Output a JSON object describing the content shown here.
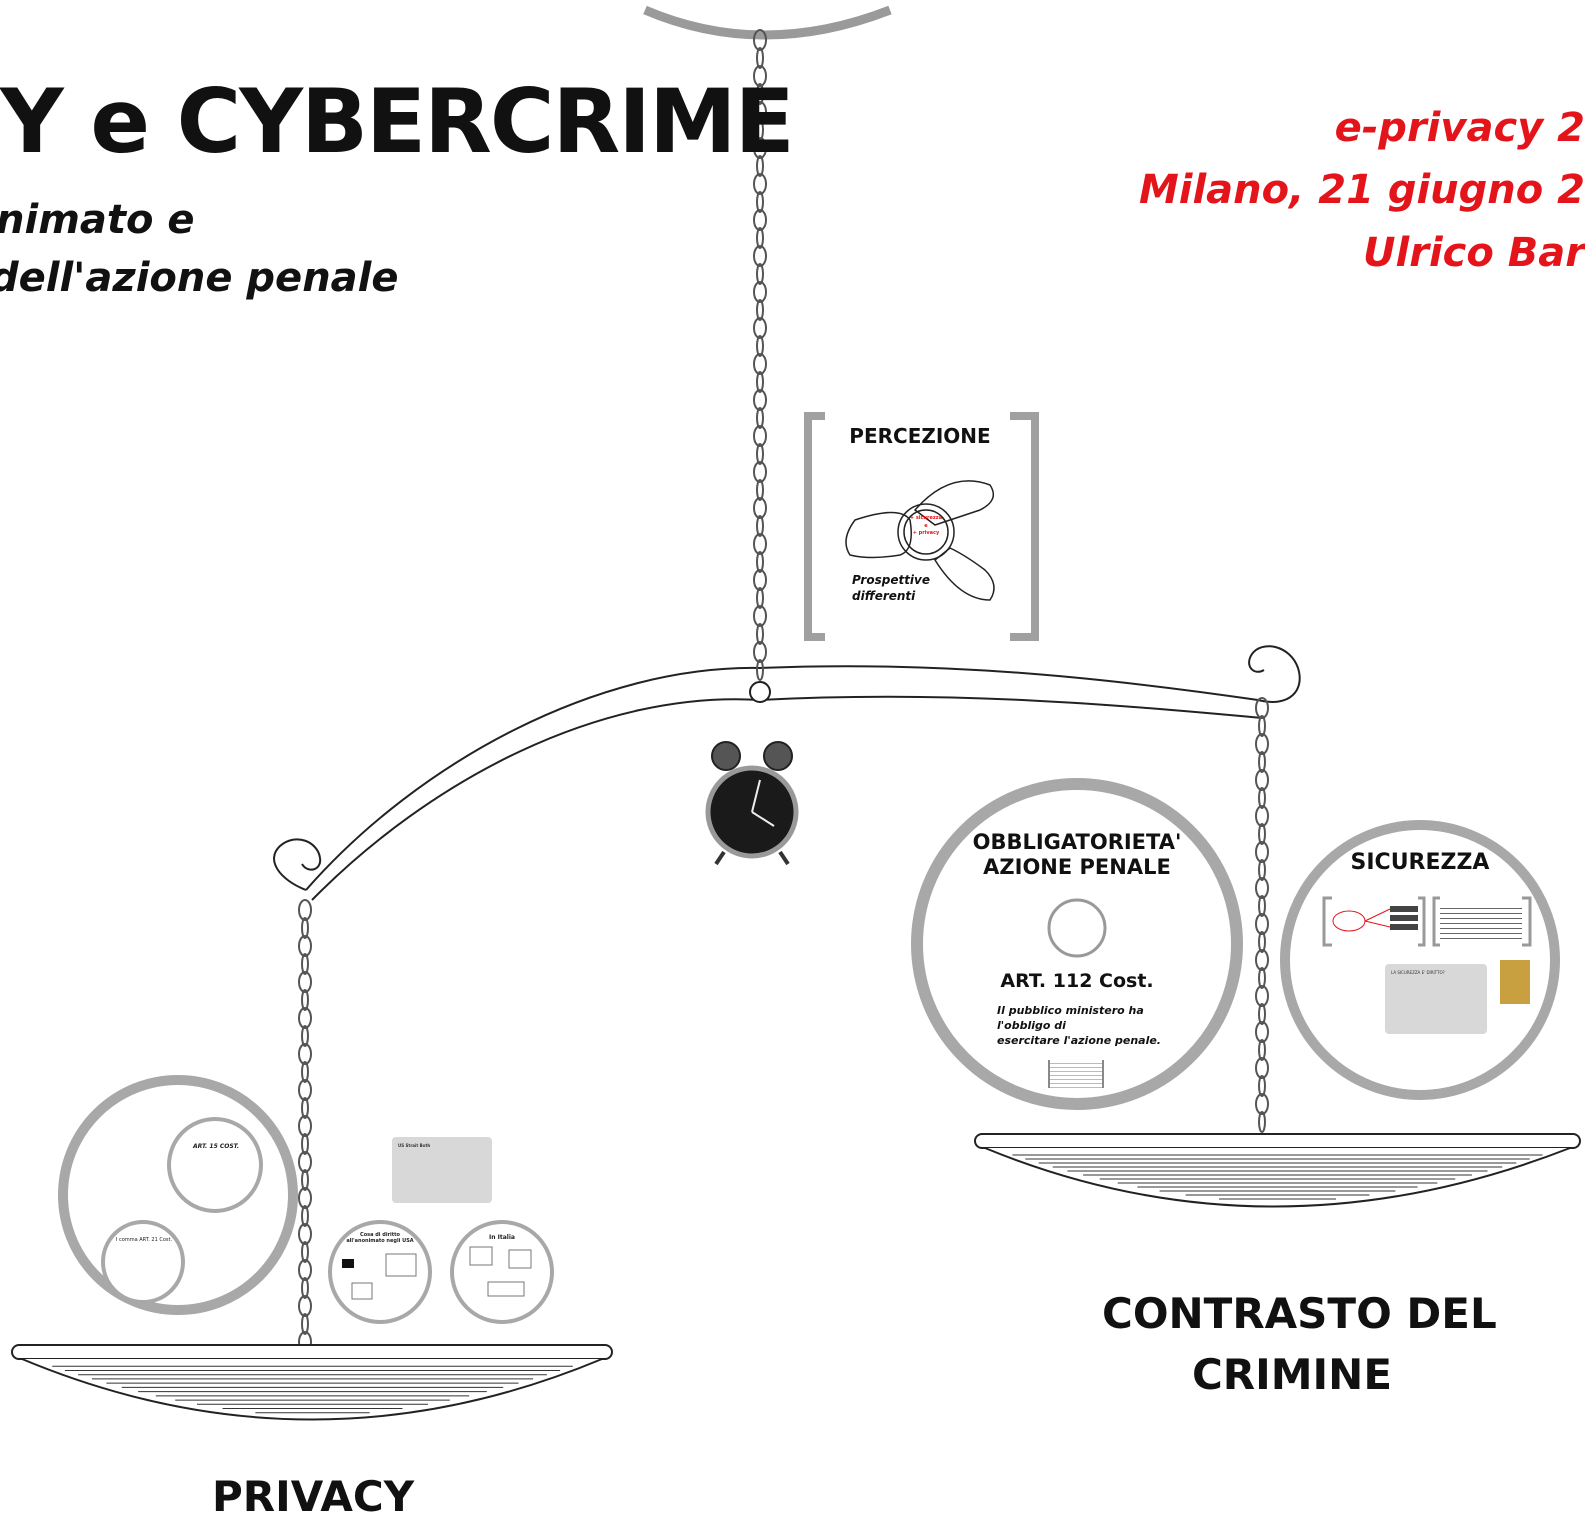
{
  "title": {
    "main": "Y e CYBERCRIME",
    "subtitle_line1": "nimato e",
    "subtitle_line2": " dell'azione penale"
  },
  "event": {
    "line1": "e-privacy 2",
    "line2": "Milano, 21 giugno 2",
    "line3": "Ulrico Bar"
  },
  "percezione": {
    "heading": "PERCEZIONE",
    "caption_line1": "Prospettive",
    "caption_line2": "differenti",
    "center_line1": "+ sicurezza",
    "center_line2": "e",
    "center_line3": "+ privacy"
  },
  "obbligatorieta": {
    "heading_line1": "OBBLIGATORIETA'",
    "heading_line2": "AZIONE PENALE",
    "article": "ART. 112 Cost.",
    "quote_line1": "Il pubblico ministero ha l'obbligo di",
    "quote_line2": "esercitare l'azione penale."
  },
  "sicurezza": {
    "heading": "SICUREZZA",
    "note_title": "LA SICUREZZA E' DIRITTO?"
  },
  "privacy_cluster": {
    "art15": "ART. 15 COST.",
    "comma_art21": "I comma ART. 21 Cost.",
    "card_title": "US Strait Both",
    "diritto_anonimato": "Cosa di diritto all'anonimato negli USA",
    "in_italia": "In Italia"
  },
  "labels": {
    "privacy": "PRIVACY",
    "contrasto_line1": "CONTRASTO DEL",
    "contrasto_line2": "CRIMINE"
  },
  "clock": {
    "icon": "alarm-clock-icon"
  },
  "colors": {
    "accent_red": "#e4141b",
    "ring_gray": "#a8a8a8",
    "ink": "#111111"
  }
}
